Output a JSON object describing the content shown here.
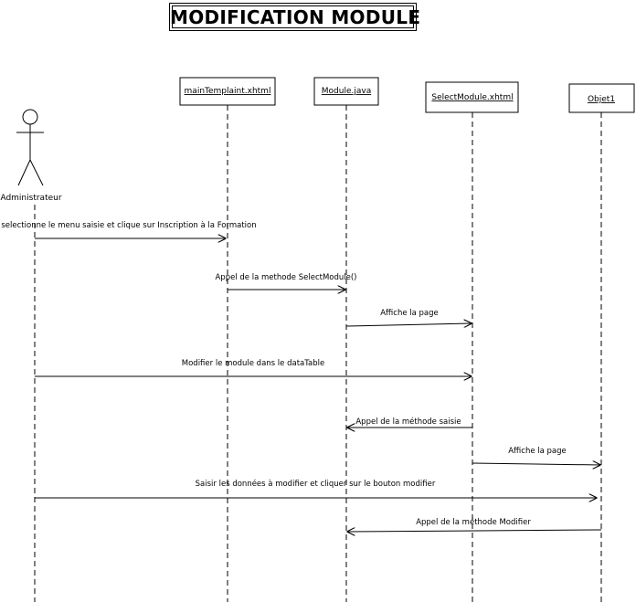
{
  "diagram": {
    "title": "MODIFICATION  MODULE",
    "actor": {
      "name": "Administrateur"
    },
    "participants": [
      {
        "id": "p1",
        "name": "mainTemplaint.xhtml"
      },
      {
        "id": "p2",
        "name": "Module.java"
      },
      {
        "id": "p3",
        "name": "SelectModule.xhtml"
      },
      {
        "id": "p4",
        "name": "Objet1"
      }
    ],
    "messages": [
      {
        "from": "actor",
        "to": "p1",
        "label": "selectionne le menu saisie et clique sur Inscription à la Formation"
      },
      {
        "from": "p1",
        "to": "p2",
        "label": "Appel de la methode SelectModule()"
      },
      {
        "from": "p2",
        "to": "p3",
        "label": "Affiche la page"
      },
      {
        "from": "actor",
        "to": "p3",
        "label": "Modifier le module dans le dataTable"
      },
      {
        "from": "p3",
        "to": "p2",
        "label": "Appel de la méthode saisie"
      },
      {
        "from": "p3",
        "to": "p4",
        "label": "Affiche la page"
      },
      {
        "from": "actor",
        "to": "p4",
        "label": "Saisir les données à modifier et cliquer sur le bouton modifier"
      },
      {
        "from": "p4",
        "to": "p2",
        "label": "Appel de la méthode Modifier"
      }
    ]
  }
}
